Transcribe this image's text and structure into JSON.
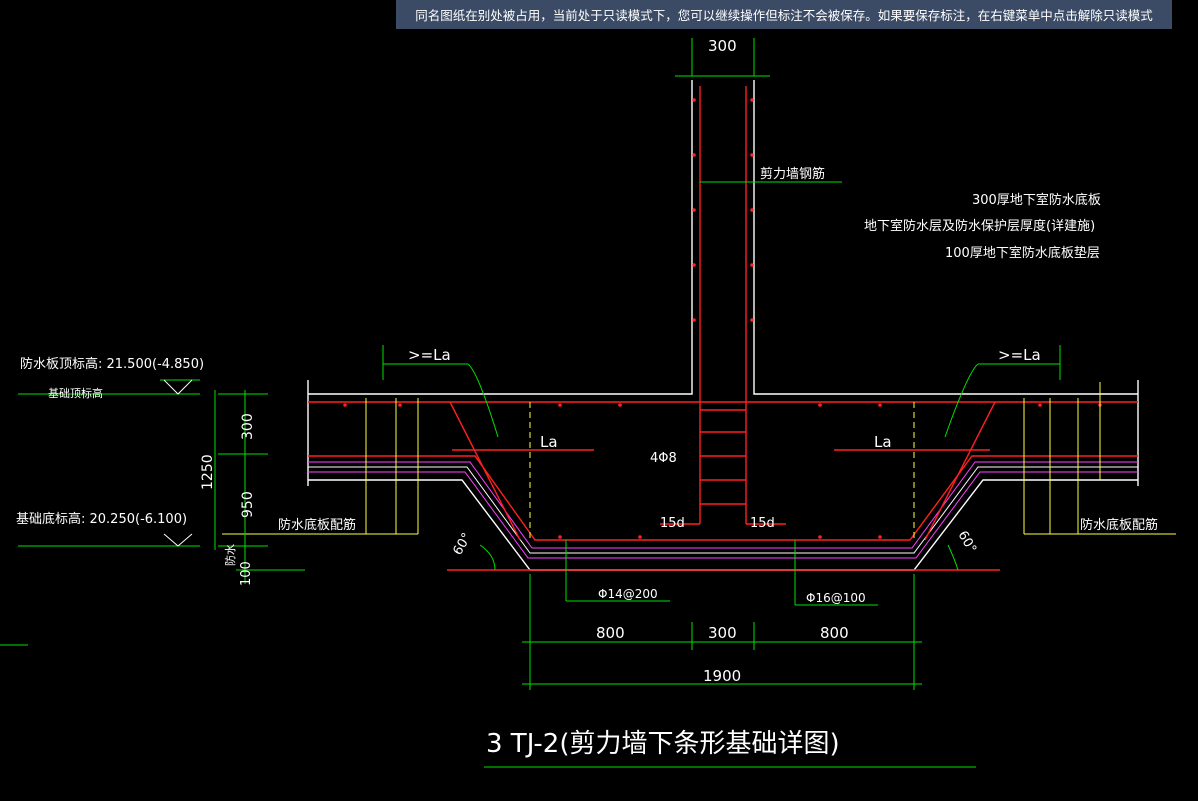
{
  "banner": {
    "message": "同名图纸在别处被占用，当前处于只读模式下，您可以继续操作但标注不会被保存。如果要保存标注，在右键菜单中点击解除只读模式"
  },
  "drawing": {
    "title": "3 TJ-2(剪力墙下条形基础详图)",
    "top_wall_width": "300",
    "wall_rebar_label": "剪力墙钢筋",
    "notes": [
      "300厚地下室防水底板",
      "地下室防水层及防水保护层厚度(详建施)",
      "100厚地下室防水底板垫层"
    ],
    "elev_top_label": "防水板顶标高: 21.500(-4.850)",
    "elev_top_sub": "基础顶标高",
    "elev_bottom_label": "基础底标高: 20.250(-6.100)",
    "dim_300": "300",
    "dim_950": "950",
    "dim_1250": "1250",
    "dim_100": "100",
    "waterproof_small": "防水",
    "anchor_left": ">=La",
    "anchor_right": ">=La",
    "la_left": "La",
    "la_right": "La",
    "stirrup": "4Φ8",
    "hook_left": "15d",
    "hook_right": "15d",
    "slab_rebar_left": "防水底板配筋",
    "slab_rebar_right": "防水底板配筋",
    "angle_left": "60°",
    "angle_right": "60°",
    "rebar_1": "Φ14@200",
    "rebar_2": "Φ16@100",
    "bottom_dims": [
      "800",
      "300",
      "800"
    ],
    "total_dim": "1900"
  },
  "colors": {
    "background": "#000000",
    "red": "#ff2020",
    "green": "#00e000",
    "white": "#ffffff",
    "yellow": "#ffff40",
    "magenta": "#ff40ff",
    "banner": "#3b4b66"
  }
}
